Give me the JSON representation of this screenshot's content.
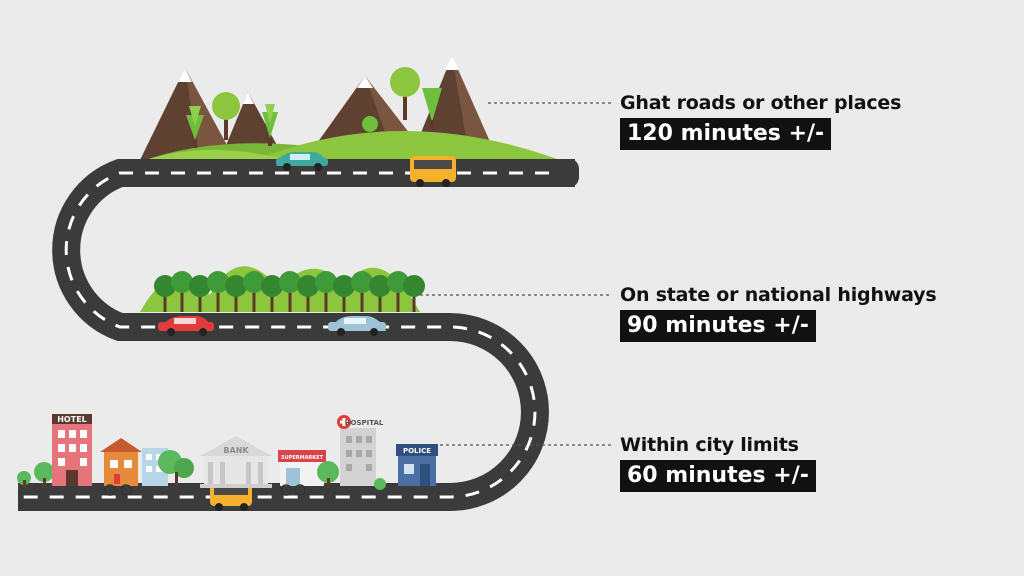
{
  "levels": [
    {
      "title": "Ghat roads or other places",
      "time": "120 minutes +/-"
    },
    {
      "title": "On state or national highways",
      "time": "90 minutes +/-"
    },
    {
      "title": "Within city limits",
      "time": "60 minutes +/-"
    }
  ],
  "signs": {
    "hotel": "HOTEL",
    "bank": "BANK",
    "supermarket": "SUPERMARKET",
    "hospital": "HOSPITAL",
    "police": "POLICE"
  },
  "colors": {
    "background": "#ebebeb",
    "road": "#3b3b3b",
    "road_marking": "#ffffff",
    "mountain": "#6b4b3a",
    "hill": "#8cc63f",
    "tree": "#3f9b3a",
    "label_box": "#111111"
  }
}
